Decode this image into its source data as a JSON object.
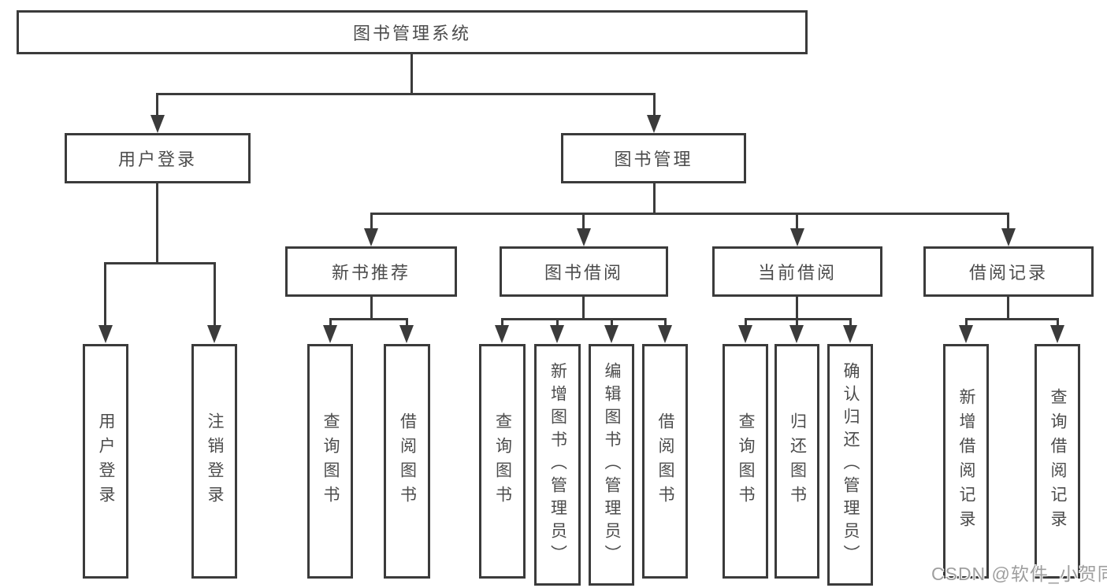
{
  "tree": {
    "root": "图书管理系统",
    "children": [
      {
        "label": "用户登录",
        "leaves": [
          "用户登录",
          "注销登录"
        ]
      },
      {
        "label": "图书管理",
        "groups": [
          {
            "label": "新书推荐",
            "leaves": [
              "查询图书",
              "借阅图书"
            ]
          },
          {
            "label": "图书借阅",
            "leaves": [
              "查询图书",
              "新增图书（管理员）",
              "编辑图书（管理员）",
              "借阅图书"
            ]
          },
          {
            "label": "当前借阅",
            "leaves": [
              "查询图书",
              "归还图书",
              "确认归还（管理员）"
            ]
          },
          {
            "label": "借阅记录",
            "leaves": [
              "新增借阅记录",
              "查询借阅记录"
            ]
          }
        ]
      }
    ]
  },
  "watermark": {
    "text": "CSDN @软件_小贺同学",
    "color": "#9e9e9e"
  },
  "colors": {
    "line": "#3b3b3b",
    "text": "#4c4c4c",
    "background": "#ffffff"
  }
}
